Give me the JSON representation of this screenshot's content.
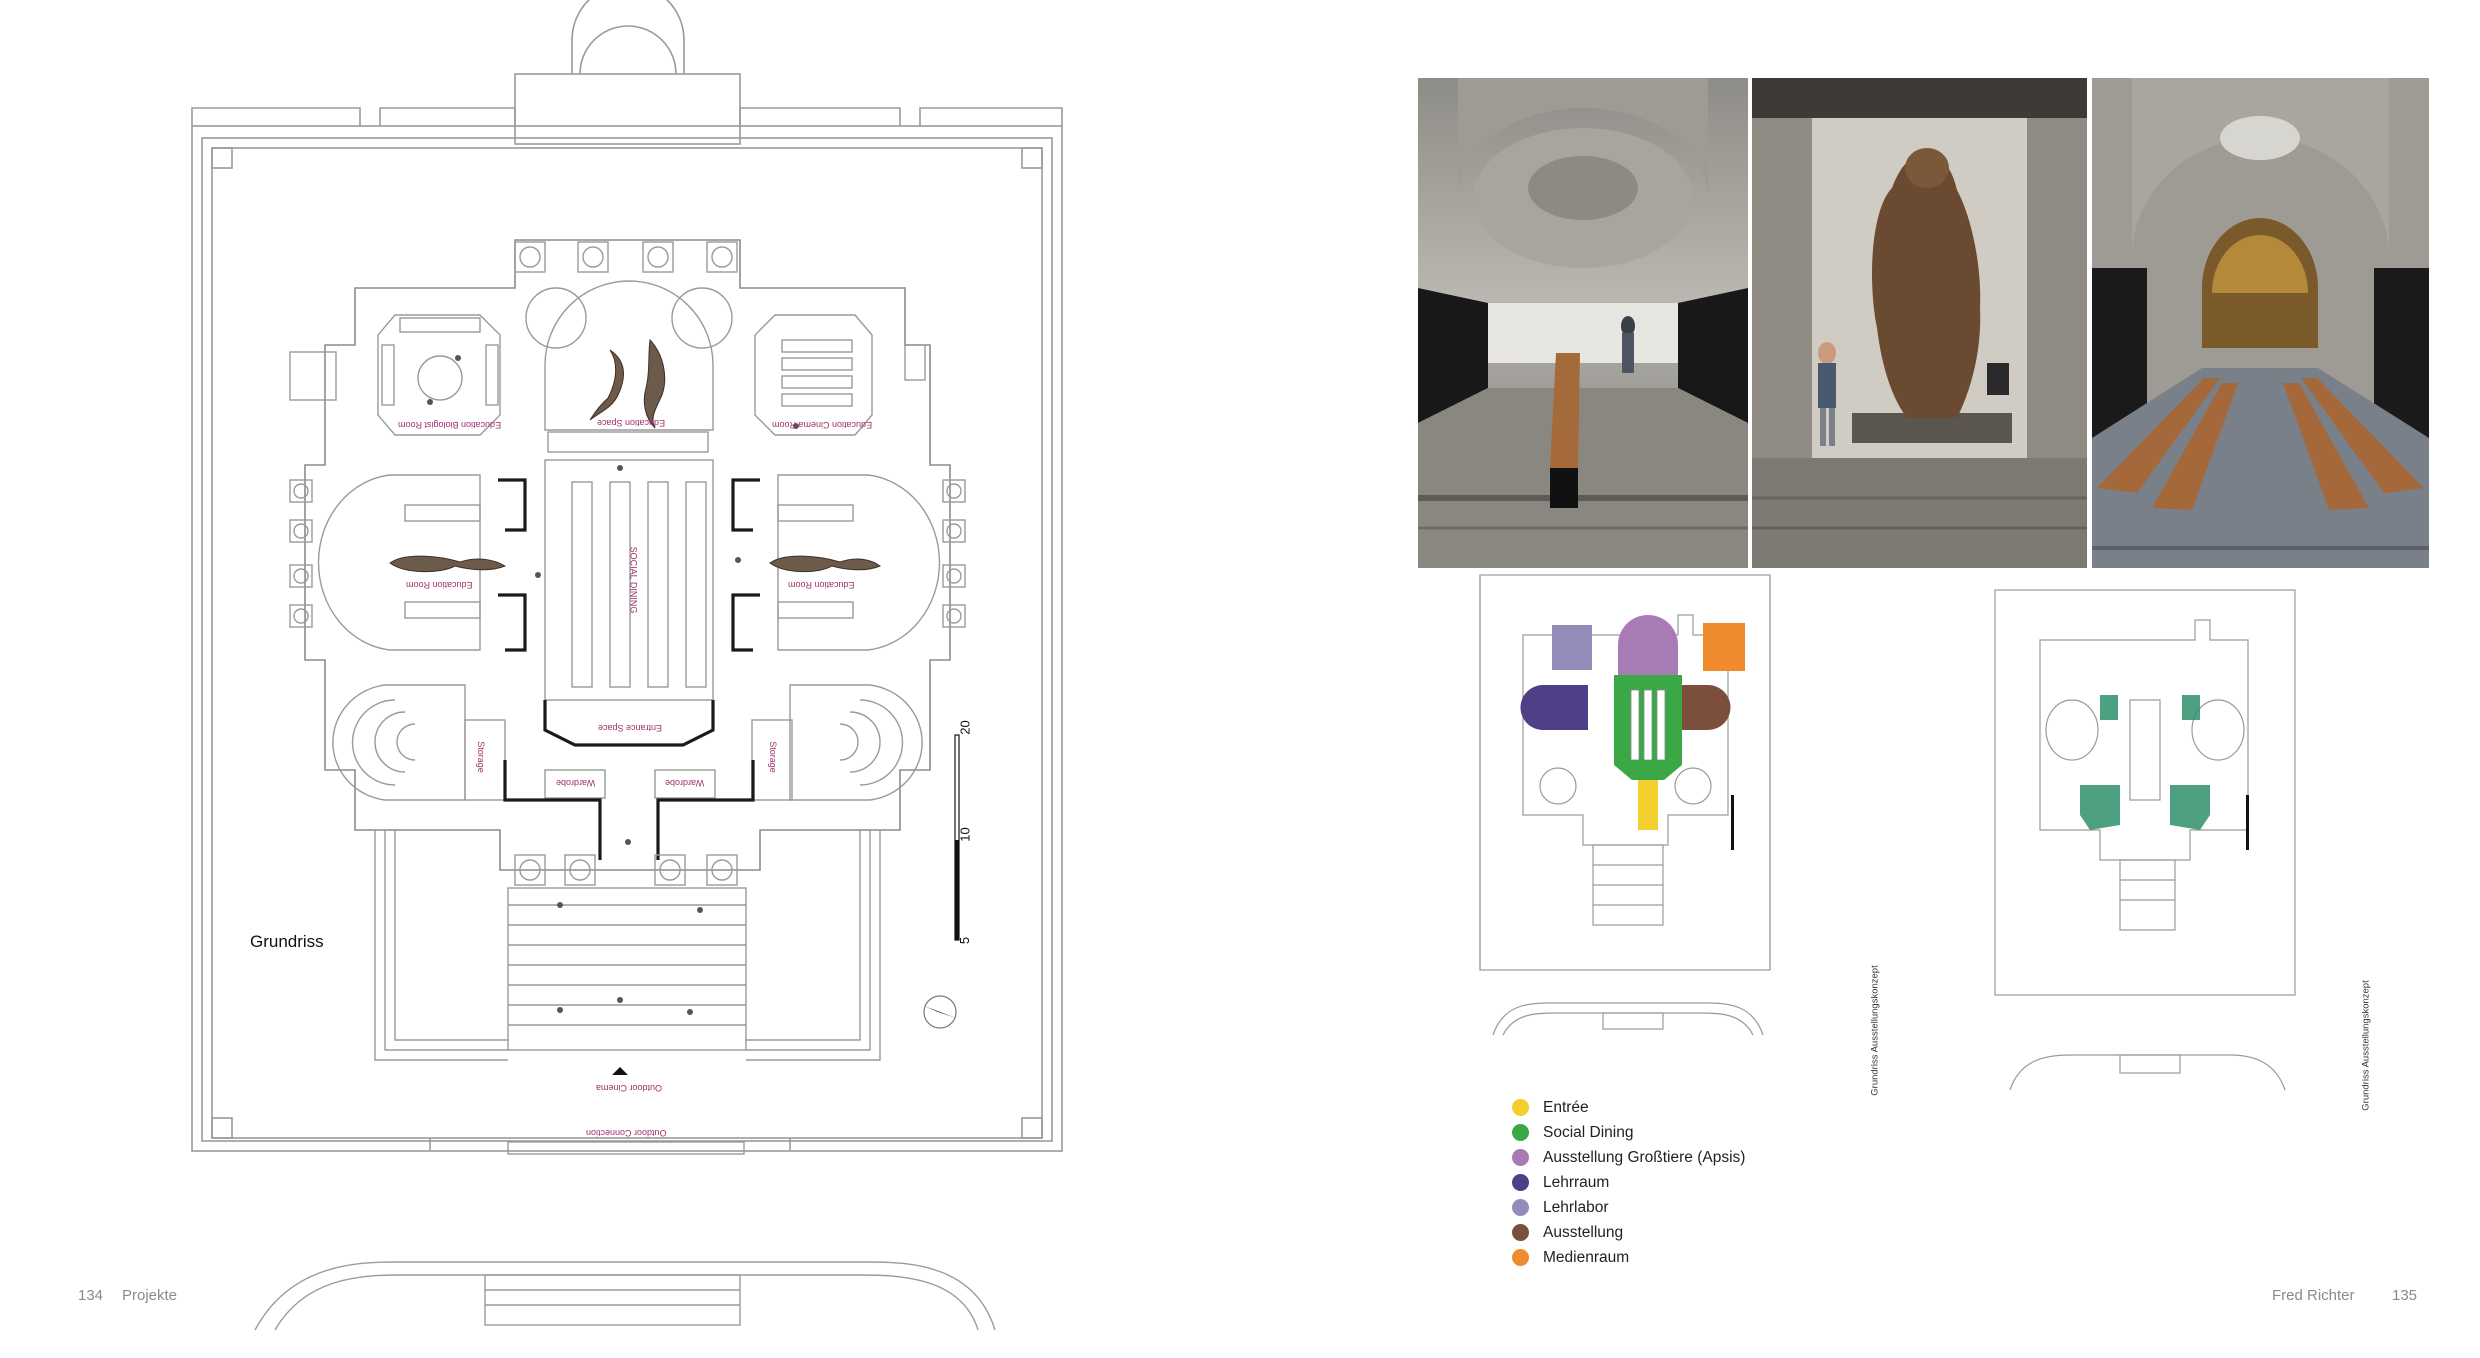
{
  "left_page": {
    "page_number": "134",
    "section": "Projekte",
    "plan_title": "Grundriss",
    "scale_labels": [
      "20",
      "10",
      "5"
    ],
    "room_labels": {
      "education_biologist": "Education Biologist Room",
      "education_cinema": "Education Cinema Room",
      "education_space": "Education Space",
      "education_room_left": "Education Room",
      "education_room_right": "Education Room",
      "social_dining": "SOCIAL DINING",
      "entrance_space": "Entrance Space",
      "wardrobe_left": "Wardrobe",
      "wardrobe_right": "Wardrobe",
      "storage_left": "Storage",
      "storage_right": "Storage",
      "outdoor_cinema": "Outdoor Cinema",
      "outdoor_connection": "Outdoor Connection"
    }
  },
  "right_page": {
    "page_number": "135",
    "author": "Fred Richter",
    "photos": [
      {
        "name": "photo-rotunda-bench"
      },
      {
        "name": "photo-bear-exhibit"
      },
      {
        "name": "photo-dining-hall"
      }
    ],
    "plan_caption": "Grundriss Ausstellungskonzept",
    "legend": [
      {
        "label": "Entrée",
        "color": "#f2cf2c"
      },
      {
        "label": "Social Dining",
        "color": "#3aa845"
      },
      {
        "label": "Ausstellung Großtiere (Apsis)",
        "color": "#a97bb5"
      },
      {
        "label": "Lehrraum",
        "color": "#4e3f86"
      },
      {
        "label": "Lehrlabor",
        "color": "#958bb8"
      },
      {
        "label": "Ausstellung",
        "color": "#7b4f3c"
      },
      {
        "label": "Medienraum",
        "color": "#ef8b2d"
      }
    ]
  }
}
